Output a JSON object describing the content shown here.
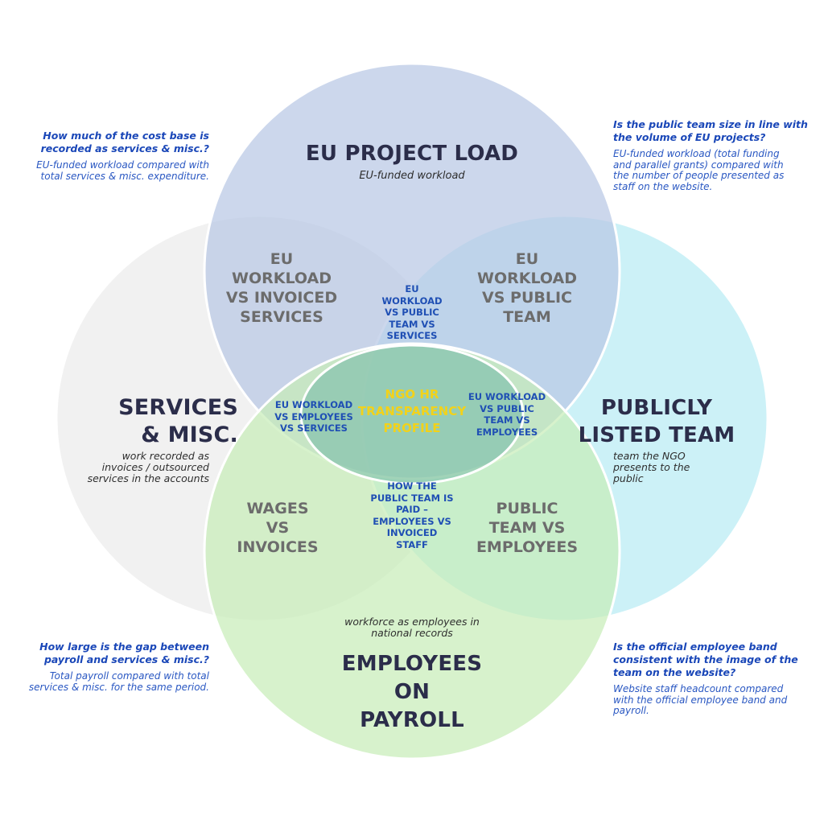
{
  "colors": {
    "eu_circle": "#c9d4ea",
    "services_circle": "#efefef",
    "public_circle": "#c9f0f7",
    "employees_circle": "#d3f2c8",
    "center_zone": "#7fbfb8",
    "title_text": "#2b2d4a",
    "pair_text": "#6c6c6c",
    "triple_text": "#1f4fb4",
    "center_text": "#f2d21a",
    "question_text": "#1a47b8"
  },
  "sets": {
    "eu": {
      "title": "EU PROJECT LOAD",
      "subtitle": "EU-funded workload"
    },
    "services": {
      "title_line1": "SERVICES",
      "title_line2": "& MISC.",
      "subtitle_line1": "work recorded as",
      "subtitle_line2": "invoices / outsourced",
      "subtitle_line3": "services in the accounts"
    },
    "public": {
      "title_line1": "PUBLICLY",
      "title_line2": "LISTED TEAM",
      "subtitle_line1": "team the NGO",
      "subtitle_line2": "presents to the",
      "subtitle_line3": "public"
    },
    "employees": {
      "subtitle_line1": "workforce as employees in",
      "subtitle_line2": "national records",
      "title_line1": "EMPLOYEES",
      "title_line2": "ON",
      "title_line3": "PAYROLL"
    }
  },
  "overlaps": {
    "eu_services": [
      "EU",
      "WORKLOAD",
      "VS INVOICED",
      "SERVICES"
    ],
    "eu_public": [
      "EU",
      "WORKLOAD",
      "VS PUBLIC",
      "TEAM"
    ],
    "services_employees": [
      "WAGES",
      "VS",
      "INVOICES"
    ],
    "public_employees": [
      "PUBLIC",
      "TEAM VS",
      "EMPLOYEES"
    ],
    "eu_public_services": [
      "EU",
      "WORKLOAD",
      "VS PUBLIC",
      "TEAM VS",
      "SERVICES"
    ],
    "eu_employees_services": [
      "EU WORKLOAD",
      "VS EMPLOYEES",
      "VS SERVICES"
    ],
    "eu_public_employees": [
      "EU WORKLOAD",
      "VS PUBLIC",
      "TEAM VS",
      "EMPLOYEES"
    ],
    "public_paid": [
      "HOW THE",
      "PUBLIC TEAM IS",
      "PAID –",
      "EMPLOYEES VS",
      "INVOICED",
      "STAFF"
    ],
    "center": [
      "NGO HR",
      "TRANSPARENCY",
      "PROFILE"
    ]
  },
  "questions": {
    "top_left": {
      "question": [
        "How much of the cost base is",
        "recorded as services & misc.?"
      ],
      "detail": [
        "EU-funded workload compared with",
        "total services & misc. expenditure."
      ]
    },
    "top_right": {
      "question": [
        "Is the public team size in line with",
        "the volume of EU projects?"
      ],
      "detail": [
        "EU-funded workload (total funding",
        "and parallel grants) compared with",
        "the number of people presented as",
        "staff on the website."
      ]
    },
    "bottom_left": {
      "question": [
        "How large is the gap between",
        "payroll and services & misc.?"
      ],
      "detail": [
        "Total payroll compared with total",
        "services & misc. for the same period."
      ]
    },
    "bottom_right": {
      "question": [
        "Is the official employee band",
        "consistent with the image of the",
        "team on the website?"
      ],
      "detail": [
        "Website staff headcount compared",
        "with the official employee band and",
        "payroll."
      ]
    }
  }
}
